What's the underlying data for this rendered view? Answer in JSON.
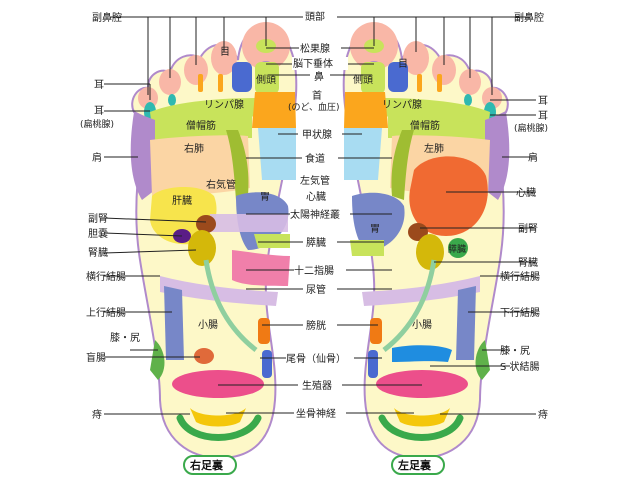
{
  "labels": {
    "fukubikuu": "副鼻腔",
    "toubu": "頭部",
    "shoukatai": "松果腺",
    "noukasuitai": "脳下垂体",
    "hana": "鼻",
    "me": "目",
    "sokuatama": "側頭",
    "mimi": "耳",
    "mimi_hentousen_1": "耳",
    "mimi_hentousen_2": "(扁桃腺)",
    "kubi": "首",
    "kubi_sub": "(のど、血圧)",
    "lymph": "リンパ腺",
    "soubou": "僧帽筋",
    "koujousen": "甲状腺",
    "kata": "肩",
    "uhai": "右肺",
    "sahai": "左肺",
    "shokudou": "食道",
    "ukikan": "右気管",
    "sakikan": "左気管",
    "kanzou": "肝臓",
    "shinzou": "心臓",
    "i": "胃",
    "taiyou": "太陽神経叢",
    "fukujin": "副腎",
    "tannou": "胆嚢",
    "suizou": "膵臓",
    "jinzou": "腎臓",
    "juunishichou": "十二指腸",
    "nyoukan": "尿管",
    "oukou": "横行結腸",
    "joukou": "上行結腸",
    "kakou": "下行結腸",
    "shouchou": "小腸",
    "boukou": "膀胱",
    "hiza": "膝・尻",
    "mouchou": "盲腸",
    "s_joukecchou": "S 状結腸",
    "bikotsu": "尾骨（仙骨）",
    "seishokuki": "生殖器",
    "zakotsu": "坐骨神経",
    "ji": "痔",
    "right_foot": "右足裏",
    "left_foot": "左足裏"
  },
  "colors": {
    "toe_pink": "#f9b7a7",
    "lime": "#c8e35b",
    "orange": "#fba61d",
    "lightblue": "#a8dcf2",
    "olive": "#9fbd32",
    "peach": "#fbd5a4",
    "pink": "#f07faa",
    "purple": "#b08acb",
    "lavender": "#d7bde4",
    "paleyellow": "#fdf8c8",
    "yellow": "#f7e44c",
    "navyblue": "#7787c8",
    "green": "#5fb14a",
    "brown": "#9b4a1c",
    "darkpurple": "#5a1d86",
    "red_orange": "#f06a32",
    "magenta": "#ec4f8b",
    "blue": "#1f8de0",
    "teal": "#2fb9b0",
    "gold": "#f4c70b"
  }
}
